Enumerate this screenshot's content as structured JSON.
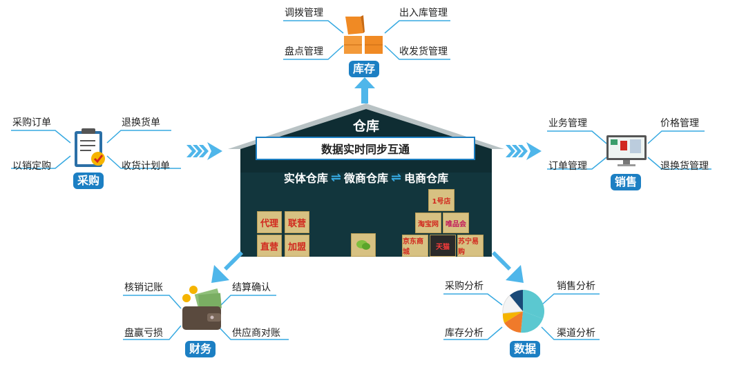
{
  "center": {
    "roof_title": "仓库",
    "sync_banner": "数据实时同步互通",
    "chain": [
      "实体仓库",
      "微商仓库",
      "电商仓库"
    ],
    "boxes_left": [
      "代理",
      "联营",
      "直营",
      "加盟"
    ],
    "boxes_right": [
      "1号店",
      "淘宝网",
      "唯品会",
      "京东商城",
      "天猫",
      "苏宁易购"
    ]
  },
  "inventory": {
    "badge": "库存",
    "items": [
      "调拨管理",
      "出入库管理",
      "盘点管理",
      "收发货管理"
    ]
  },
  "purchase": {
    "badge": "采购",
    "items": [
      "采购订单",
      "退换货单",
      "以销定购",
      "收货计划单"
    ]
  },
  "sales": {
    "badge": "销售",
    "items": [
      "业务管理",
      "价格管理",
      "订单管理",
      "退换货管理"
    ]
  },
  "finance": {
    "badge": "财务",
    "items": [
      "核销记账",
      "结算确认",
      "盘赢亏损",
      "供应商对账"
    ]
  },
  "analytics": {
    "badge": "数据",
    "items": [
      "采购分析",
      "销售分析",
      "库存分析",
      "渠道分析"
    ]
  },
  "colors": {
    "accent": "#1c7fc3",
    "line": "#36a9e1",
    "warehouse": "#0f2d33",
    "box": "#d7c182",
    "cube": "#f08a24"
  }
}
